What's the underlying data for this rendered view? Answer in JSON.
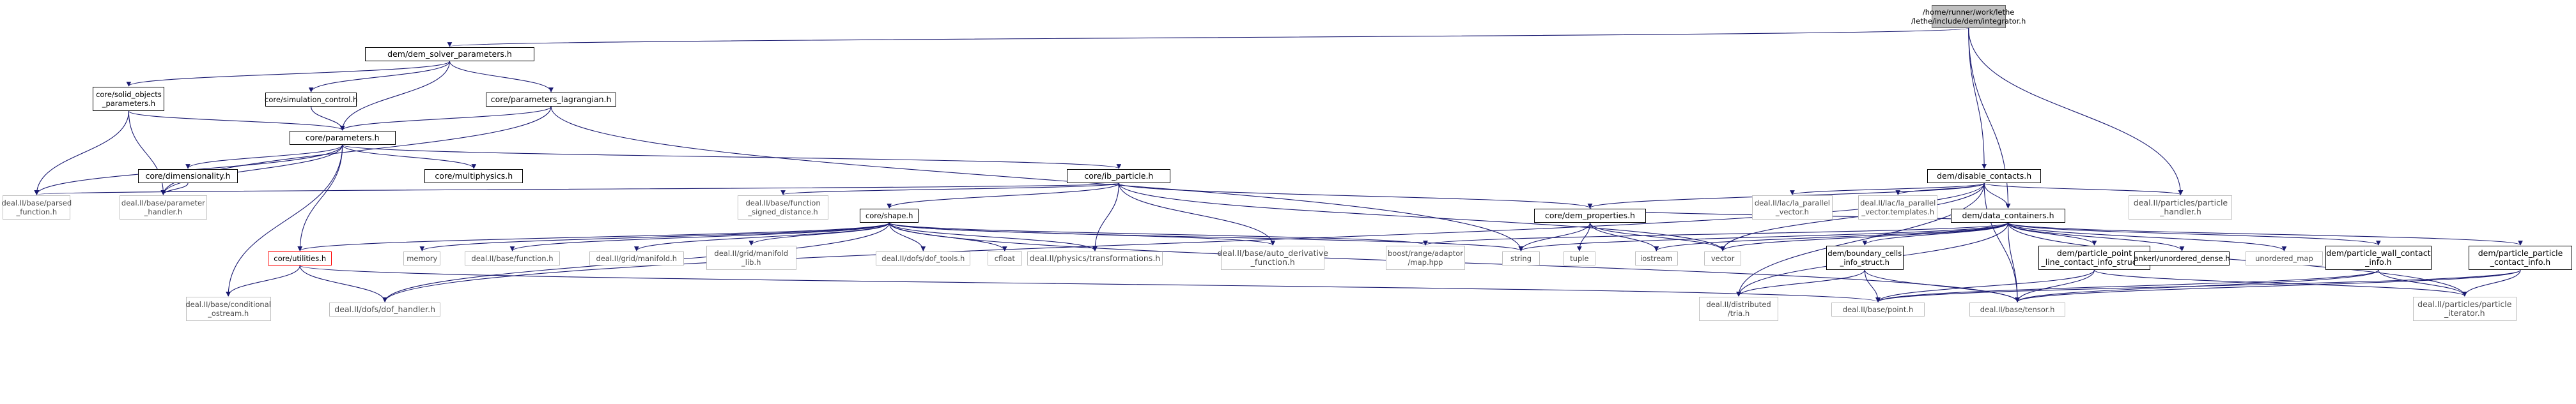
{
  "graph": {
    "colors": {
      "edge": "#191970",
      "node_border": "#000000",
      "external_border": "#bfbfbf",
      "warning_border": "#ff0000",
      "root_fill": "#bfbfbf"
    },
    "nodes": {
      "root": {
        "lines": [
          "/home/runner/work/lethe",
          "/lethe/include/dem/integrator.h"
        ],
        "kind": "root"
      },
      "dem_solver": {
        "lines": [
          "dem/dem_solver_parameters.h"
        ],
        "kind": "local"
      },
      "solid_objects": {
        "lines": [
          "core/solid_objects",
          "_parameters.h"
        ],
        "kind": "local"
      },
      "sim_control": {
        "lines": [
          "core/simulation_control.h"
        ],
        "kind": "local"
      },
      "param_lagr": {
        "lines": [
          "core/parameters_lagrangian.h"
        ],
        "kind": "local"
      },
      "parameters": {
        "lines": [
          "core/parameters.h"
        ],
        "kind": "local"
      },
      "dimensionality": {
        "lines": [
          "core/dimensionality.h"
        ],
        "kind": "local"
      },
      "multiphysics": {
        "lines": [
          "core/multiphysics.h"
        ],
        "kind": "local"
      },
      "parsed_function": {
        "lines": [
          "deal.II/base/parsed",
          "_function.h"
        ],
        "kind": "external"
      },
      "param_handler": {
        "lines": [
          "deal.II/base/parameter",
          "_handler.h"
        ],
        "kind": "external"
      },
      "ib_particle": {
        "lines": [
          "core/ib_particle.h"
        ],
        "kind": "local"
      },
      "func_sdf": {
        "lines": [
          "deal.II/base/function",
          "_signed_distance.h"
        ],
        "kind": "external"
      },
      "shape": {
        "lines": [
          "core/shape.h"
        ],
        "kind": "local"
      },
      "dem_properties": {
        "lines": [
          "core/dem_properties.h"
        ],
        "kind": "local"
      },
      "disable_contacts": {
        "lines": [
          "dem/disable_contacts.h"
        ],
        "kind": "local"
      },
      "la_vector": {
        "lines": [
          "deal.II/lac/la_parallel",
          "_vector.h"
        ],
        "kind": "external"
      },
      "la_vector_tpl": {
        "lines": [
          "deal.II/lac/la_parallel",
          "_vector.templates.h"
        ],
        "kind": "external"
      },
      "data_containers": {
        "lines": [
          "dem/data_containers.h"
        ],
        "kind": "local"
      },
      "particle_handler": {
        "lines": [
          "deal.II/particles/particle",
          "_handler.h"
        ],
        "kind": "external"
      },
      "utilities": {
        "lines": [
          "core/utilities.h"
        ],
        "kind": "warning"
      },
      "memory": {
        "lines": [
          "memory"
        ],
        "kind": "external"
      },
      "base_function": {
        "lines": [
          "deal.II/base/function.h"
        ],
        "kind": "external"
      },
      "grid_manifold": {
        "lines": [
          "deal.II/grid/manifold.h"
        ],
        "kind": "external"
      },
      "manifold_lib": {
        "lines": [
          "deal.II/grid/manifold",
          "_lib.h"
        ],
        "kind": "external"
      },
      "dof_tools": {
        "lines": [
          "deal.II/dofs/dof_tools.h"
        ],
        "kind": "external"
      },
      "cfloat": {
        "lines": [
          "cfloat"
        ],
        "kind": "external"
      },
      "transformations": {
        "lines": [
          "deal.II/physics/transformations.h"
        ],
        "kind": "external"
      },
      "auto_deriv": {
        "lines": [
          "deal.II/base/auto_derivative",
          "_function.h"
        ],
        "kind": "external"
      },
      "boost_map": {
        "lines": [
          "boost/range/adaptor",
          "/map.hpp"
        ],
        "kind": "external"
      },
      "string": {
        "lines": [
          "string"
        ],
        "kind": "external"
      },
      "tuple": {
        "lines": [
          "tuple"
        ],
        "kind": "external"
      },
      "iostream": {
        "lines": [
          "iostream"
        ],
        "kind": "external"
      },
      "vector": {
        "lines": [
          "vector"
        ],
        "kind": "external"
      },
      "boundary_cells": {
        "lines": [
          "dem/boundary_cells",
          "_info_struct.h"
        ],
        "kind": "local"
      },
      "pp_line": {
        "lines": [
          "dem/particle_point",
          "_line_contact_info_struct.h"
        ],
        "kind": "local"
      },
      "unordered_dense": {
        "lines": [
          "ankerl/unordered_dense.h"
        ],
        "kind": "local"
      },
      "unordered_map": {
        "lines": [
          "unordered_map"
        ],
        "kind": "external"
      },
      "pw_contact": {
        "lines": [
          "dem/particle_wall_contact",
          "_info.h"
        ],
        "kind": "local"
      },
      "pp_contact": {
        "lines": [
          "dem/particle_particle",
          "_contact_info.h"
        ],
        "kind": "local"
      },
      "cond_ostream": {
        "lines": [
          "deal.II/base/conditional",
          "_ostream.h"
        ],
        "kind": "external"
      },
      "dof_handler": {
        "lines": [
          "deal.II/dofs/dof_handler.h"
        ],
        "kind": "external"
      },
      "tria": {
        "lines": [
          "deal.II/distributed",
          "/tria.h"
        ],
        "kind": "external"
      },
      "point": {
        "lines": [
          "deal.II/base/point.h"
        ],
        "kind": "external"
      },
      "tensor": {
        "lines": [
          "deal.II/base/tensor.h"
        ],
        "kind": "external"
      },
      "particle_iterator": {
        "lines": [
          "deal.II/particles/particle",
          "_iterator.h"
        ],
        "kind": "external"
      }
    },
    "edges": [
      [
        "root",
        "dem_solver"
      ],
      [
        "root",
        "disable_contacts"
      ],
      [
        "root",
        "data_containers"
      ],
      [
        "root",
        "particle_handler"
      ],
      [
        "dem_solver",
        "solid_objects"
      ],
      [
        "dem_solver",
        "sim_control"
      ],
      [
        "dem_solver",
        "param_lagr"
      ],
      [
        "dem_solver",
        "parameters"
      ],
      [
        "solid_objects",
        "parameters"
      ],
      [
        "solid_objects",
        "parsed_function"
      ],
      [
        "solid_objects",
        "param_handler"
      ],
      [
        "sim_control",
        "parameters"
      ],
      [
        "param_lagr",
        "parameters"
      ],
      [
        "param_lagr",
        "param_handler"
      ],
      [
        "param_lagr",
        "string"
      ],
      [
        "parameters",
        "dimensionality"
      ],
      [
        "parameters",
        "multiphysics"
      ],
      [
        "parameters",
        "ib_particle"
      ],
      [
        "parameters",
        "parsed_function"
      ],
      [
        "parameters",
        "param_handler"
      ],
      [
        "parameters",
        "utilities"
      ],
      [
        "parameters",
        "cond_ostream"
      ],
      [
        "dimensionality",
        "param_handler"
      ],
      [
        "ib_particle",
        "parsed_function"
      ],
      [
        "ib_particle",
        "func_sdf"
      ],
      [
        "ib_particle",
        "shape"
      ],
      [
        "ib_particle",
        "dem_properties"
      ],
      [
        "ib_particle",
        "transformations"
      ],
      [
        "ib_particle",
        "auto_deriv"
      ],
      [
        "ib_particle",
        "vector"
      ],
      [
        "shape",
        "utilities"
      ],
      [
        "shape",
        "memory"
      ],
      [
        "shape",
        "base_function"
      ],
      [
        "shape",
        "grid_manifold"
      ],
      [
        "shape",
        "manifold_lib"
      ],
      [
        "shape",
        "dof_tools"
      ],
      [
        "shape",
        "cfloat"
      ],
      [
        "shape",
        "transformations"
      ],
      [
        "shape",
        "auto_deriv"
      ],
      [
        "shape",
        "boost_map"
      ],
      [
        "shape",
        "string"
      ],
      [
        "shape",
        "dof_handler"
      ],
      [
        "shape",
        "tensor"
      ],
      [
        "dem_properties",
        "string"
      ],
      [
        "dem_properties",
        "tuple"
      ],
      [
        "dem_properties",
        "iostream"
      ],
      [
        "dem_properties",
        "vector"
      ],
      [
        "disable_contacts",
        "dem_properties"
      ],
      [
        "disable_contacts",
        "la_vector"
      ],
      [
        "disable_contacts",
        "la_vector_tpl"
      ],
      [
        "disable_contacts",
        "data_containers"
      ],
      [
        "disable_contacts",
        "particle_handler"
      ],
      [
        "disable_contacts",
        "vector"
      ],
      [
        "disable_contacts",
        "tria"
      ],
      [
        "disable_contacts",
        "tensor"
      ],
      [
        "disable_contacts",
        "dof_handler"
      ],
      [
        "data_containers",
        "dem_properties"
      ],
      [
        "data_containers",
        "boost_map"
      ],
      [
        "data_containers",
        "string"
      ],
      [
        "data_containers",
        "iostream"
      ],
      [
        "data_containers",
        "vector"
      ],
      [
        "data_containers",
        "boundary_cells"
      ],
      [
        "data_containers",
        "pp_line"
      ],
      [
        "data_containers",
        "unordered_dense"
      ],
      [
        "data_containers",
        "unordered_map"
      ],
      [
        "data_containers",
        "pw_contact"
      ],
      [
        "data_containers",
        "pp_contact"
      ],
      [
        "data_containers",
        "tria"
      ],
      [
        "data_containers",
        "tensor"
      ],
      [
        "data_containers",
        "particle_iterator"
      ],
      [
        "utilities",
        "cond_ostream"
      ],
      [
        "utilities",
        "dof_handler"
      ],
      [
        "utilities",
        "point"
      ],
      [
        "boundary_cells",
        "tria"
      ],
      [
        "boundary_cells",
        "point"
      ],
      [
        "boundary_cells",
        "tensor"
      ],
      [
        "pp_line",
        "point"
      ],
      [
        "pp_line",
        "tensor"
      ],
      [
        "pp_line",
        "particle_iterator"
      ],
      [
        "pw_contact",
        "point"
      ],
      [
        "pw_contact",
        "tensor"
      ],
      [
        "pw_contact",
        "particle_iterator"
      ],
      [
        "pp_contact",
        "tensor"
      ],
      [
        "pp_contact",
        "particle_iterator"
      ],
      [
        "pp_contact",
        "point"
      ]
    ]
  }
}
